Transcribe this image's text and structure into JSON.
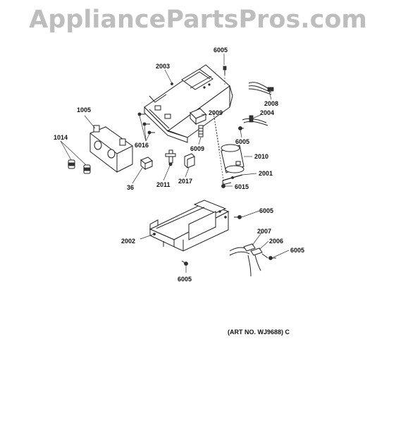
{
  "watermark": "AppliancePartsPros.com",
  "art_number": "(ART NO. WJ9688) C",
  "callouts": [
    {
      "id": "c6005a",
      "label": "6005"
    },
    {
      "id": "c2003",
      "label": "2003"
    },
    {
      "id": "c2008",
      "label": "2008"
    },
    {
      "id": "c1005",
      "label": "1005"
    },
    {
      "id": "c2009",
      "label": "2009"
    },
    {
      "id": "c2004",
      "label": "2004"
    },
    {
      "id": "c1014",
      "label": "1014"
    },
    {
      "id": "c6016",
      "label": "6016"
    },
    {
      "id": "c6005b",
      "label": "6005"
    },
    {
      "id": "c6009",
      "label": "6009"
    },
    {
      "id": "c2010",
      "label": "2010"
    },
    {
      "id": "c2001",
      "label": "2001"
    },
    {
      "id": "c36",
      "label": "36"
    },
    {
      "id": "c2011",
      "label": "2011"
    },
    {
      "id": "c2017",
      "label": "2017"
    },
    {
      "id": "c6015",
      "label": "6015"
    },
    {
      "id": "c6005c",
      "label": "6005"
    },
    {
      "id": "c2007",
      "label": "2007"
    },
    {
      "id": "c2002",
      "label": "2002"
    },
    {
      "id": "c2006",
      "label": "2006"
    },
    {
      "id": "c6005d",
      "label": "6005"
    },
    {
      "id": "c6005e",
      "label": "6005"
    }
  ]
}
